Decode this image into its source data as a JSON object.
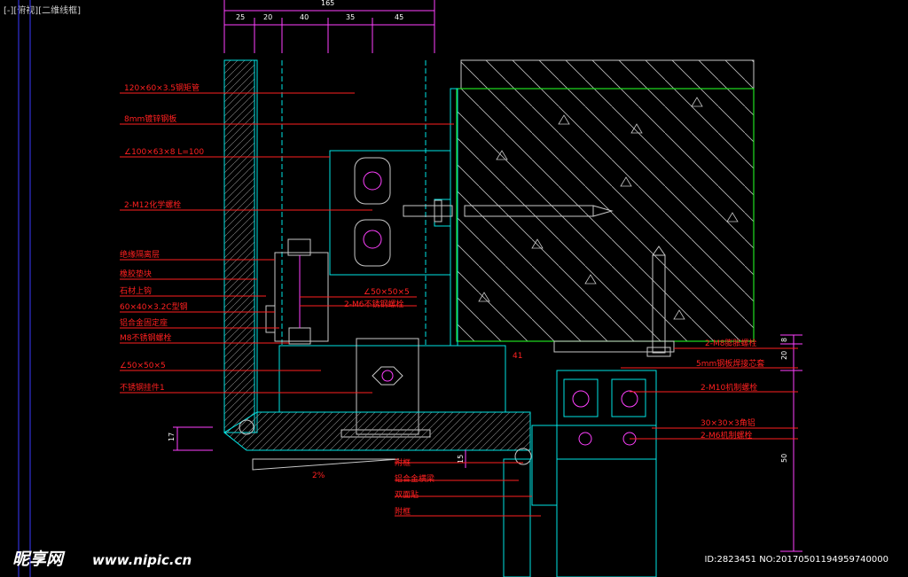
{
  "viewport_label": "[-][俯视][二维线框]",
  "top_dimensions": [
    "25",
    "20",
    "40",
    "35",
    "45"
  ],
  "top_total": "165",
  "left_labels": [
    "120×60×3.5钢矩管",
    "8mm镀锌钢板",
    "∠100×63×8  L=100",
    "2-M12化学螺栓",
    "绝缘隔离层",
    "橡胶垫块",
    "石材上钩",
    "60×40×3.2C型钢",
    "铝合金固定座",
    "M8不锈钢螺栓",
    "∠50×50×5",
    "不锈钢挂件1"
  ],
  "mid_labels": [
    "∠50×50×5",
    "2-M6不锈钢螺栓"
  ],
  "right_labels": [
    "2-M8膨胀螺栓",
    "5mm钢板焊接芯套",
    "2-M10机制螺栓",
    "30×30×3角铝",
    "2-M6机制螺栓"
  ],
  "bottom_labels": [
    "附框",
    "铝合金横梁",
    "双面贴",
    "附框"
  ],
  "slope_label": "2%",
  "small_dims": {
    "d41": "41",
    "d17": "17",
    "d15": "15",
    "d8": "8",
    "d20": "20",
    "d50": "50"
  },
  "watermark": {
    "brand": "昵享网",
    "url": "www.nipic.cn",
    "id": "ID:2823451 NO:20170501194959740000"
  },
  "colors": {
    "background": "#000000",
    "label_red": "#ff2020",
    "line_cyan": "#00e5e5",
    "line_green": "#20e020",
    "dim_magenta": "#ff40ff",
    "line_gray": "#c8c8c8"
  }
}
